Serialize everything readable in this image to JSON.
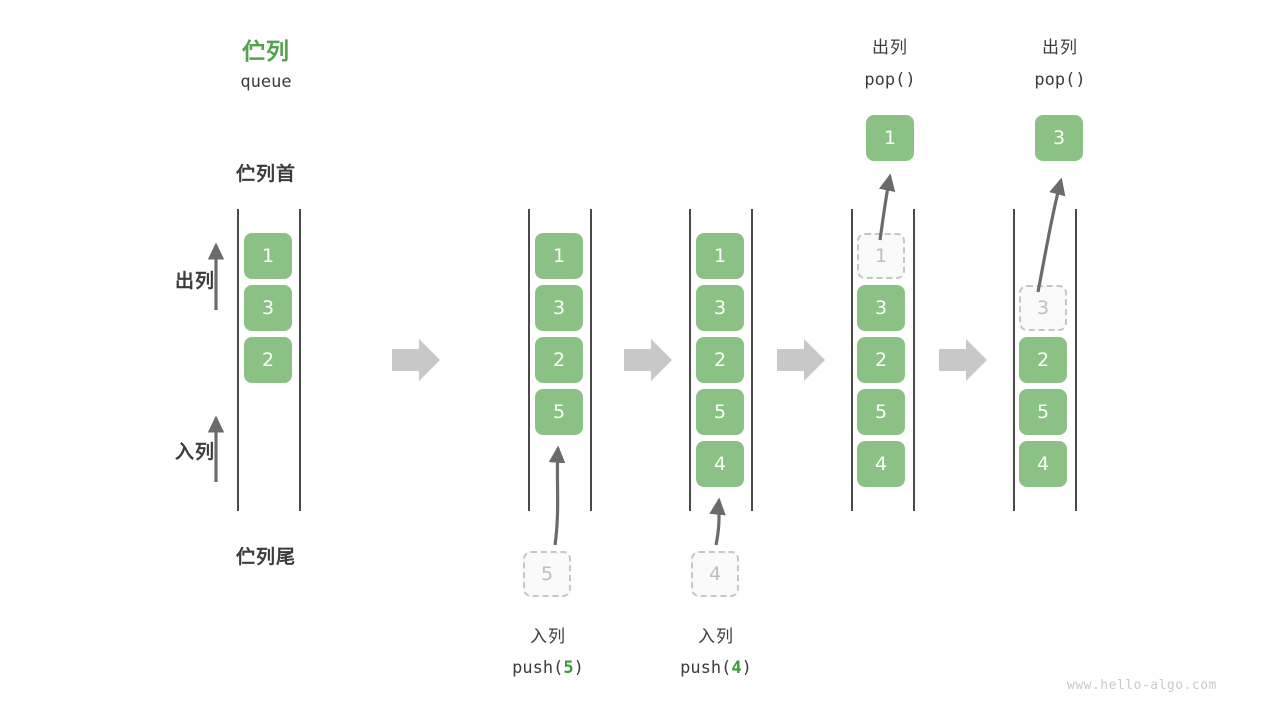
{
  "header": {
    "title_cn": "伫列",
    "title_en": "queue",
    "head_label": "伫列首",
    "tail_label": "伫列尾",
    "dequeue_label": "出列",
    "enqueue_label": "入列"
  },
  "colors": {
    "cell_fill": "#8cc185",
    "cell_text": "#ffffff",
    "accent_green": "#51a34c",
    "code_green": "#3a9a38",
    "ghost_fill": "#fafafa",
    "ghost_border": "#c6c6c6",
    "ghost_text": "#bdbdbd",
    "rail": "#4a4a4a",
    "arrow_gray": "#6b6b6b",
    "block_arrow": "#c8c8c8",
    "text": "#3c3c3c",
    "watermark": "#c9c9c9"
  },
  "columns": [
    {
      "id": "col-initial",
      "cells": [
        "1",
        "3",
        "2"
      ],
      "ghost": null,
      "caption_cn": null,
      "caption_code": null,
      "popped": null
    },
    {
      "id": "col-push-5",
      "cells": [
        "1",
        "3",
        "2",
        "5"
      ],
      "ghost": {
        "value": "5",
        "position": "below"
      },
      "caption_cn": "入列",
      "caption_code": "push(5)",
      "caption_code_prefix": "push(",
      "caption_code_arg": "5",
      "caption_code_suffix": ")",
      "popped": null
    },
    {
      "id": "col-push-4",
      "cells": [
        "1",
        "3",
        "2",
        "5",
        "4"
      ],
      "ghost": {
        "value": "4",
        "position": "below"
      },
      "caption_cn": "入列",
      "caption_code": "push(4)",
      "caption_code_prefix": "push(",
      "caption_code_arg": "4",
      "caption_code_suffix": ")",
      "popped": null
    },
    {
      "id": "col-pop-1",
      "cells": [
        "3",
        "2",
        "5",
        "4"
      ],
      "ghost": {
        "value": "1",
        "position": "slot-0"
      },
      "caption_cn": null,
      "caption_code": null,
      "popped": {
        "value": "1",
        "label_cn": "出列",
        "label_code": "pop()"
      }
    },
    {
      "id": "col-pop-3",
      "cells": [
        "2",
        "5",
        "4"
      ],
      "ghost": {
        "value": "3",
        "position": "slot-1"
      },
      "caption_cn": null,
      "caption_code": null,
      "popped": {
        "value": "3",
        "label_cn": "出列",
        "label_code": "pop()"
      }
    }
  ],
  "flow_arrows": [
    {
      "name": "flow-arrow-1"
    },
    {
      "name": "flow-arrow-2"
    },
    {
      "name": "flow-arrow-3"
    },
    {
      "name": "flow-arrow-4"
    }
  ],
  "watermark": "www.hello-algo.com"
}
